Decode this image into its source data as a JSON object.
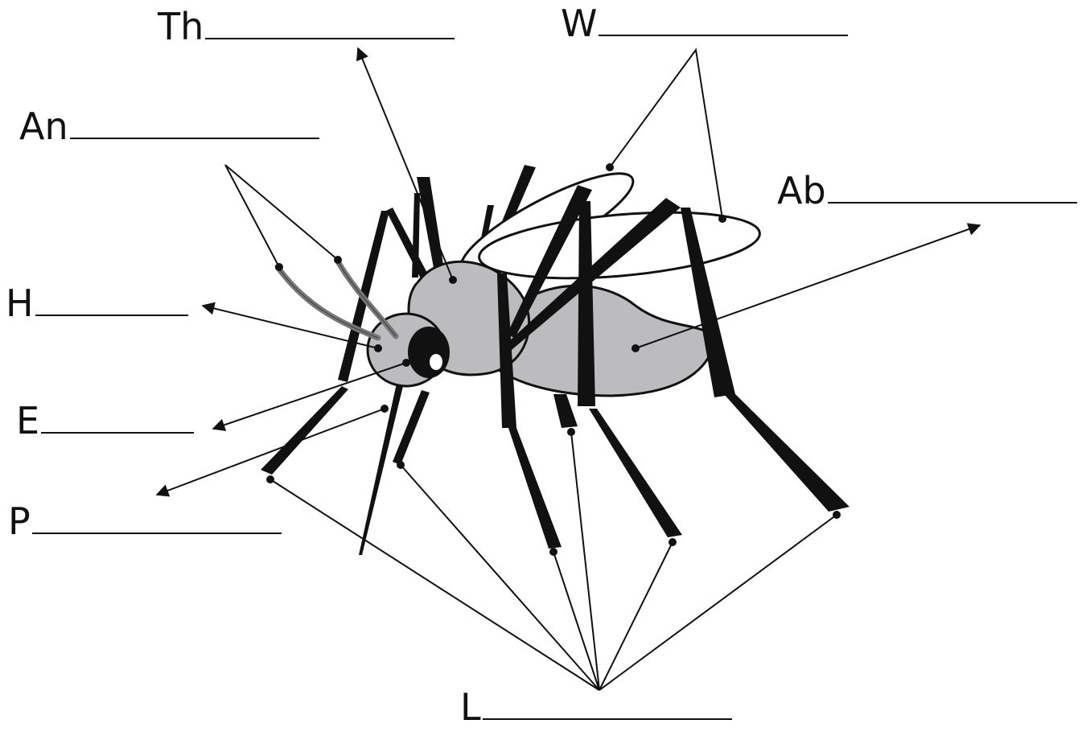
{
  "labels": {
    "thorax": "Th",
    "wings": "W",
    "antennae": "An",
    "abdomen": "Ab",
    "head": "H",
    "eye": "E",
    "proboscis": "P",
    "legs": "L"
  },
  "colors": {
    "body_fill": "#bcbcbe",
    "ink": "#111111",
    "background": "#ffffff"
  }
}
